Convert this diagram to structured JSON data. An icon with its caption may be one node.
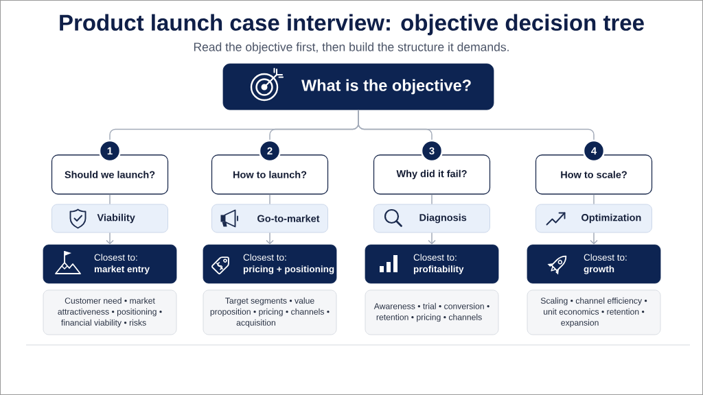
{
  "diagram": {
    "title": "Product launch case interview: objective decision tree",
    "nodes": [
      {
        "text": [
          "What is the objective?"
        ]
      },
      {
        "text": [
          "1"
        ]
      },
      {
        "text": [
          "2"
        ]
      },
      {
        "text": [
          "3"
        ]
      },
      {
        "text": [
          "4"
        ]
      },
      {
        "text": [
          "Should we launch?"
        ]
      },
      {
        "text": [
          "How to launch?"
        ]
      },
      {
        "text": [
          "Why did it fail?"
        ]
      },
      {
        "text": [
          "How to scale?"
        ]
      },
      {
        "text": [
          "Viability"
        ]
      },
      {
        "text": [
          "Go-to-market"
        ]
      },
      {
        "text": [
          "Diagnosis"
        ]
      },
      {
        "text": [
          "Optimization"
        ]
      },
      {
        "text": [
          "Closest to:",
          "market entry"
        ]
      },
      {
        "text": [
          "Closest to:",
          "pricing + positioning"
        ]
      },
      {
        "text": [
          "Closest to:",
          "profitability"
        ]
      },
      {
        "text": [
          "Closest to:",
          "growth"
        ]
      },
      {
        "text": [
          "Customer need • market attractiveness • positioning • financial viability • risks"
        ]
      },
      {
        "text": [
          "Target segments • value proposition • pricing • channels • acquisition"
        ]
      },
      {
        "text": [
          "Awareness • trial • conversion • retention • pricing • channels"
        ]
      },
      {
        "text": [
          "Scaling • channel efficiency • unit economics • retention • expansion"
        ]
      }
    ],
    "edges": [
      {
        "from": 0,
        "to": 1,
        "arrow": "none"
      },
      {
        "from": 0,
        "to": 2,
        "arrow": "none"
      },
      {
        "from": 0,
        "to": 3,
        "arrow": "none"
      },
      {
        "from": 0,
        "to": 4,
        "arrow": "none"
      },
      {
        "from": 5,
        "to": 9,
        "arrow": "none"
      },
      {
        "from": 6,
        "to": 10,
        "arrow": "none"
      },
      {
        "from": 7,
        "to": 11,
        "arrow": "none"
      },
      {
        "from": 8,
        "to": 12,
        "arrow": "none"
      },
      {
        "from": 9,
        "to": 13,
        "arrow": "to"
      },
      {
        "from": 10,
        "to": 14,
        "arrow": "to"
      },
      {
        "from": 11,
        "to": 15,
        "arrow": "to"
      },
      {
        "from": 12,
        "to": 16,
        "arrow": "to"
      }
    ],
    "labels": [
      "Read the objective first, then build the structure it demands."
    ]
  }
}
